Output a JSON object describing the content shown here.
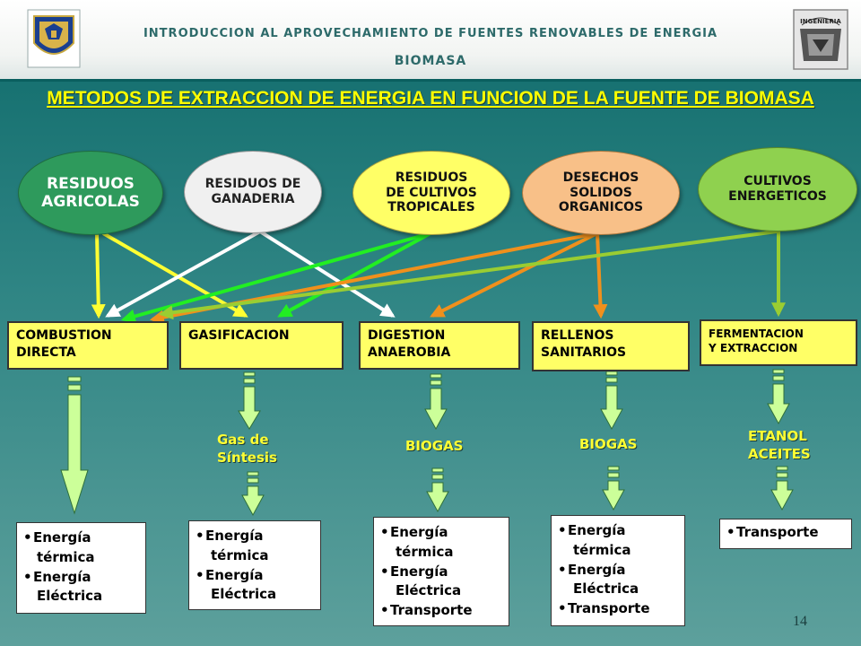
{
  "header": {
    "line1": "INTRODUCCION AL APROVECHAMIENTO DE FUENTES RENOVABLES DE ENERGIA",
    "line2": "BIOMASA",
    "logo_right_text": "INGENIERIA"
  },
  "title": "METODOS DE EXTRACCION DE ENERGIA EN FUNCION DE LA FUENTE DE BIOMASA",
  "sources": [
    {
      "line1": "RESIDUOS",
      "line2": "AGRICOLAS",
      "line3": "",
      "color": "#2e9a5c"
    },
    {
      "line1": "RESIDUOS DE",
      "line2": "GANADERIA",
      "line3": "",
      "color": "#f0f0f0"
    },
    {
      "line1": "RESIDUOS",
      "line2": "DE CULTIVOS",
      "line3": "TROPICALES",
      "color": "#ffff66"
    },
    {
      "line1": "DESECHOS",
      "line2": "SOLIDOS",
      "line3": "ORGANICOS",
      "color": "#f8c088"
    },
    {
      "line1": "CULTIVOS",
      "line2": "ENERGETICOS",
      "line3": "",
      "color": "#8fd14f"
    }
  ],
  "methods": [
    {
      "line1": "COMBUSTION",
      "line2": "DIRECTA"
    },
    {
      "line1": "GASIFICACION",
      "line2": ""
    },
    {
      "line1": "DIGESTION",
      "line2": "ANAEROBIA"
    },
    {
      "line1": "RELLENOS",
      "line2": "SANITARIOS"
    },
    {
      "line1": "FERMENTACION",
      "line2": "Y EXTRACCION"
    }
  ],
  "intermediates": {
    "gas_line1": "Gas de",
    "gas_line2": "Síntesis",
    "biogas_1": "BIOGAS",
    "biogas_2": "BIOGAS",
    "etanol_line1": "ETANOL",
    "etanol_line2": "ACEITES"
  },
  "outputs": [
    {
      "items": [
        "Energía",
        "térmica",
        "Energía",
        "Eléctrica"
      ]
    },
    {
      "items": [
        "Energía",
        "térmica",
        "Energía",
        "Eléctrica"
      ]
    },
    {
      "items": [
        "Energía",
        "térmica",
        "Energía",
        "Eléctrica",
        "Transporte"
      ]
    },
    {
      "items": [
        "Energía",
        "térmica",
        "Energía",
        "Eléctrica",
        "Transporte"
      ]
    },
    {
      "items": [
        "Transporte"
      ]
    }
  ],
  "page_number": "14",
  "colors": {
    "arrow_yellow": "#ffff33",
    "arrow_white": "#ffffff",
    "arrow_green": "#22ee22",
    "arrow_orange": "#f0901c",
    "arrow_olive": "#9acd32",
    "down_arrow": "#ccff99"
  }
}
